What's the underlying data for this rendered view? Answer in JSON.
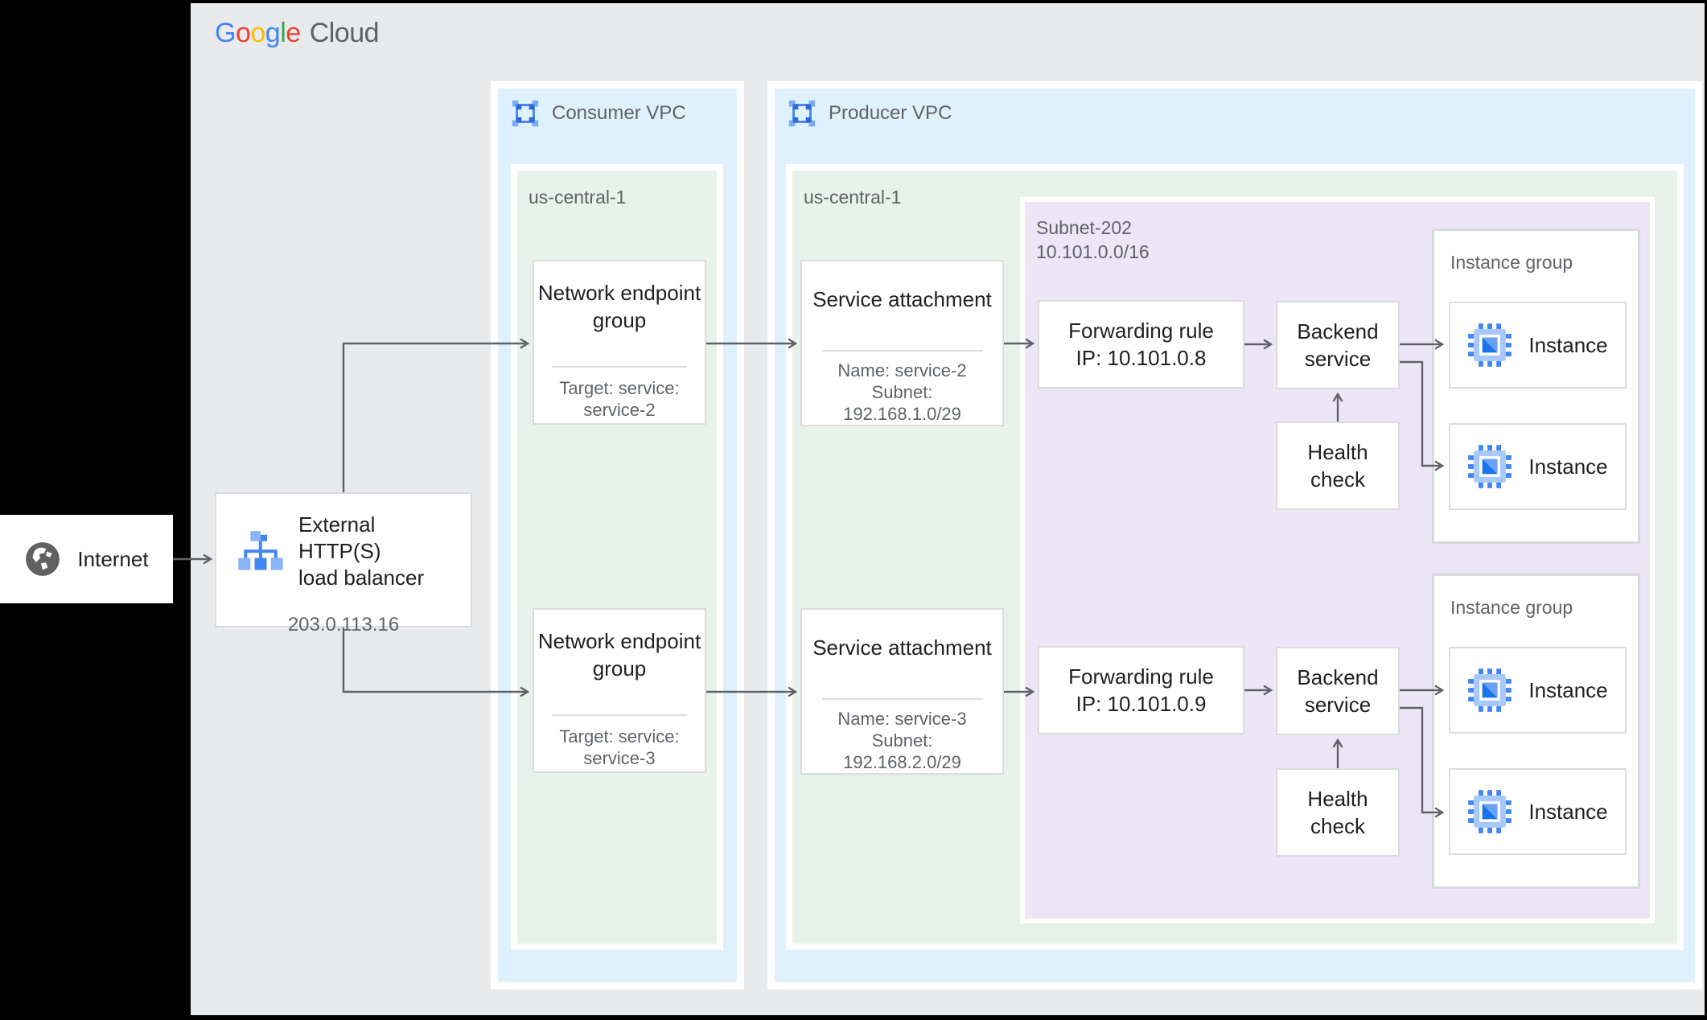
{
  "logo": {
    "letters": [
      "G",
      "o",
      "o",
      "g",
      "l",
      "e"
    ],
    "suffix": "Cloud"
  },
  "internet": {
    "label": "Internet"
  },
  "load_balancer": {
    "title": "External HTTP(S)\nload balancer",
    "ip": "203.0.113.16"
  },
  "consumer_vpc": {
    "label": "Consumer VPC",
    "region_label": "us-central-1"
  },
  "producer_vpc": {
    "label": "Producer VPC",
    "region_label": "us-central-1"
  },
  "subnet": {
    "label": "Subnet-202\n10.101.0.0/16"
  },
  "rows": [
    {
      "neg": {
        "title": "Network endpoint group",
        "target": "Target: service:\nservice-2"
      },
      "service_attachment": {
        "title": "Service attachment",
        "details": "Name: service-2\nSubnet:\n192.168.1.0/29"
      },
      "forwarding_rule": {
        "title": "Forwarding rule",
        "ip": "IP: 10.101.0.8"
      },
      "backend_service": {
        "label": "Backend service"
      },
      "health_check": {
        "label": "Health check"
      },
      "instance_group": {
        "label": "Instance group",
        "instances": [
          {
            "label": "Instance"
          },
          {
            "label": "Instance"
          }
        ]
      }
    },
    {
      "neg": {
        "title": "Network endpoint group",
        "target": "Target: service:\nservice-3"
      },
      "service_attachment": {
        "title": "Service attachment",
        "details": "Name: service-3\nSubnet:\n192.168.2.0/29"
      },
      "forwarding_rule": {
        "title": "Forwarding rule",
        "ip": "IP: 10.101.0.9"
      },
      "backend_service": {
        "label": "Backend service"
      },
      "health_check": {
        "label": "Health check"
      },
      "instance_group": {
        "label": "Instance group",
        "instances": [
          {
            "label": "Instance"
          },
          {
            "label": "Instance"
          }
        ]
      }
    }
  ],
  "colors": {
    "canvas_bg": "#E8EAEC",
    "vpc_bg": "#DFF1FC",
    "region_bg": "#E6F2EA",
    "subnet_bg": "#ECE6F6",
    "node_border": "#DADCE0",
    "arrow": "#5F6368",
    "google_blue": "#4285F4",
    "google_red": "#EA4335",
    "google_yellow": "#FBBC05",
    "google_green": "#34A853"
  }
}
